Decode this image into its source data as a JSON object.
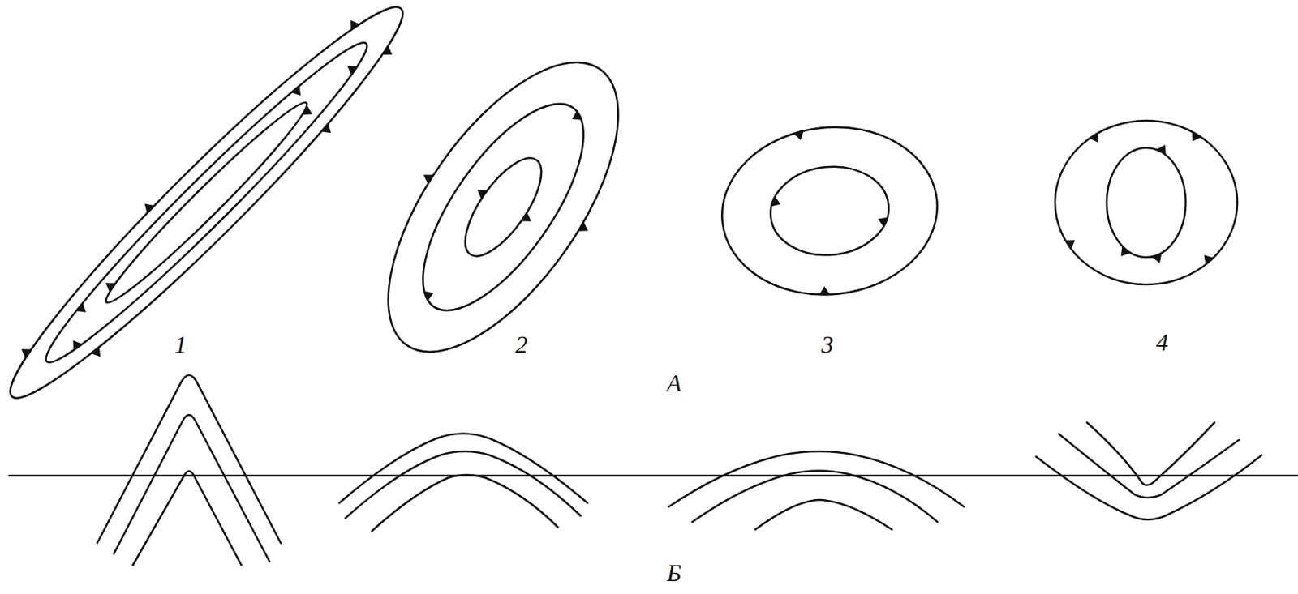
{
  "diagram": {
    "labels": [
      "1",
      "2",
      "3",
      "4",
      "A",
      "Б"
    ]
  }
}
